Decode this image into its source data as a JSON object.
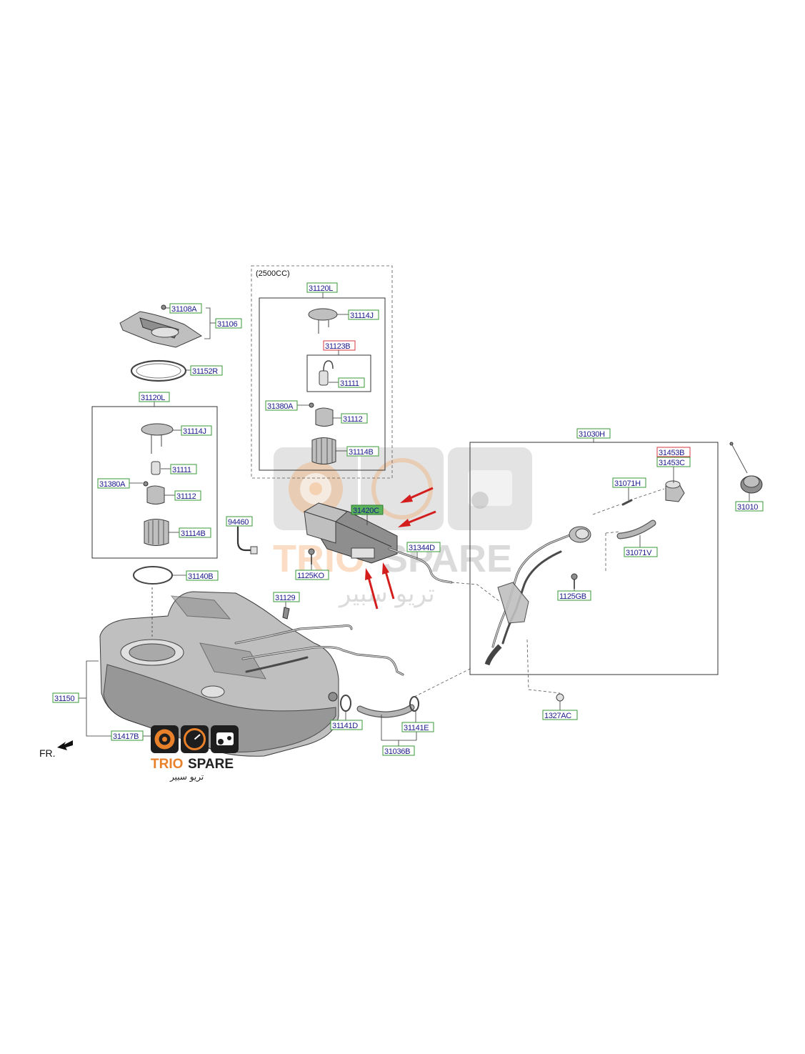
{
  "diagram": {
    "variant_title": "(2500CC)",
    "direction_label": "FR.",
    "labels": {
      "l31108A": "31108A",
      "l31106": "31106",
      "l31152R": "31152R",
      "l31120L_left": "31120L",
      "l31114J_left": "31114J",
      "l31111_left": "31111",
      "l31380A_left": "31380A",
      "l31112_left": "31112",
      "l31114B_left": "31114B",
      "l31140B": "31140B",
      "l31120L_top": "31120L",
      "l31114J_top": "31114J",
      "l31123B": "31123B",
      "l31111_top": "31111",
      "l31380A_top": "31380A",
      "l31112_top": "31112",
      "l31114B_top": "31114B",
      "l94460": "94460",
      "l31420C": "31420C",
      "l31344D": "31344D",
      "l1125KO": "1125KO",
      "l31129": "31129",
      "l31150": "31150",
      "l31417B": "31417B",
      "l31141D": "31141D",
      "l31141E": "31141E",
      "l31036B": "31036B",
      "l31030H": "31030H",
      "l31453B": "31453B",
      "l31453C": "31453C",
      "l31071H": "31071H",
      "l31071V": "31071V",
      "l1125GB": "1125GB",
      "l1327AC": "1327AC",
      "l31010": "31010"
    }
  },
  "watermark": {
    "brand_a": "TRIO",
    "brand_b": "SPARE",
    "brand_arabic": "تريو سبير"
  },
  "logo": {
    "brand_a": "TRIO",
    "brand_b": "SPARE",
    "brand_arabic": "تريو سبير",
    "accent_color": "#e8812a"
  },
  "colors": {
    "label_box": "#3a9a3a",
    "label_box_red": "#d4373f",
    "label_highlight": "#5ab35a",
    "label_text": "#1a1a8c",
    "arrow": "#d41e1e"
  }
}
